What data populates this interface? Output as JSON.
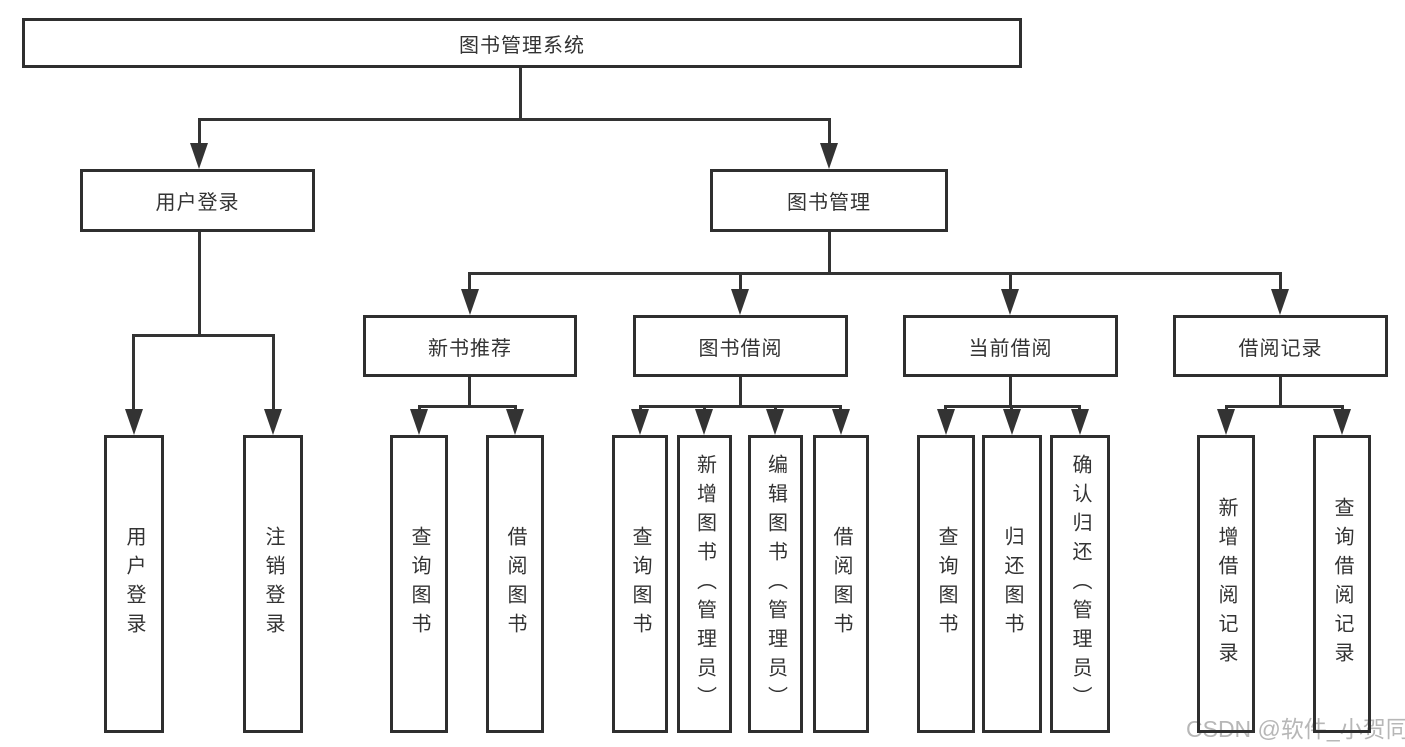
{
  "colors": {
    "background": "#ffffff",
    "line": "#333333",
    "box_border": "#2f2f2f",
    "box_fill": "#ffffff",
    "text": "#333333",
    "watermark": "#b7b7b7"
  },
  "root": {
    "label": "图书管理系统"
  },
  "level2": {
    "user_login": {
      "label": "用户登录"
    },
    "book_management": {
      "label": "图书管理"
    }
  },
  "level3": {
    "new_book_recommendation": {
      "label": "新书推荐"
    },
    "book_borrowing": {
      "label": "图书借阅"
    },
    "current_borrowing": {
      "label": "当前借阅"
    },
    "borrowing_records": {
      "label": "借阅记录"
    }
  },
  "leaves": {
    "user_login": "用户登录",
    "logout_login": "注销登录",
    "query_books_recommend": "查询图书",
    "borrow_books_recommend": "借阅图书",
    "query_books_borrowing": "查询图书",
    "add_book_admin": "新增图书（管理员）",
    "edit_book_admin": "编辑图书（管理员）",
    "borrow_books_borrowing": "借阅图书",
    "query_books_current": "查询图书",
    "return_books": "归还图书",
    "confirm_return_admin": "确认归还（管理员）",
    "add_borrow_record": "新增借阅记录",
    "query_borrow_record": "查询借阅记录"
  },
  "watermark": {
    "text": "CSDN @软件_小贺同学"
  }
}
